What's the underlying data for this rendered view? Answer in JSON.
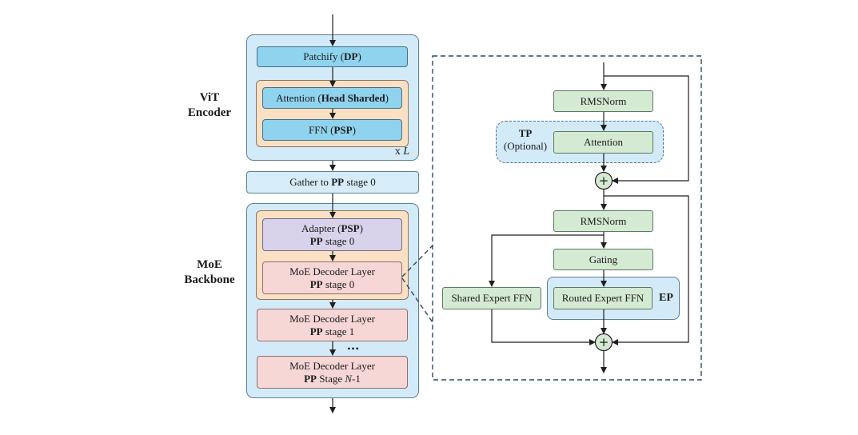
{
  "left": {
    "vit_label": [
      "ViT",
      "Encoder"
    ],
    "patchify": {
      "text": "Patchify (",
      "bold": "DP",
      "tail": ")"
    },
    "attention": {
      "text": "Attention (",
      "bold": "Head Sharded",
      "tail": ")"
    },
    "ffn": {
      "text": "FFN (",
      "bold": "PSP",
      "tail": ")"
    },
    "repeat": {
      "prefix": "x ",
      "var": "L"
    },
    "gather": {
      "text": "Gather to ",
      "bold": "PP",
      "tail": " stage 0"
    },
    "moe_label": [
      "MoE",
      "Backbone"
    ],
    "adapter": {
      "line1_text": "Adapter (",
      "line1_bold": "PSP",
      "line1_tail": ")",
      "line2_bold": "PP",
      "line2_tail": " stage 0"
    },
    "decoder0": {
      "line1": "MoE Decoder Layer",
      "line2_bold": "PP",
      "line2_tail": " stage 0"
    },
    "decoder1": {
      "line1": "MoE Decoder Layer",
      "line2_bold": "PP",
      "line2_tail": " stage 1"
    },
    "ellipsis": "•••",
    "decoderN": {
      "line1": "MoE Decoder Layer",
      "line2_bold": "PP",
      "line2_mid": " Stage ",
      "line2_var": "N",
      "line2_tail": "-1"
    }
  },
  "right": {
    "rmsnorm1": "RMSNorm",
    "tp_label": "TP",
    "tp_optional": "(Optional)",
    "attention": "Attention",
    "rmsnorm2": "RMSNorm",
    "gating": "Gating",
    "shared_expert": "Shared Expert FFN",
    "routed_expert": "Routed Expert FFN",
    "ep_label": "EP",
    "plus": "+"
  }
}
